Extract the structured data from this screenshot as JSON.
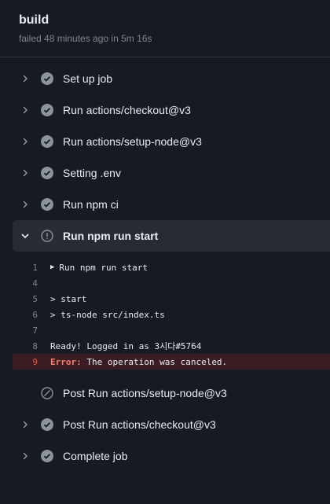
{
  "job": {
    "title": "build",
    "meta": "failed 48 minutes ago in 5m 16s"
  },
  "steps_before": [
    {
      "label": "Set up job",
      "status": "success-icon"
    },
    {
      "label": "Run actions/checkout@v3",
      "status": "success-icon"
    },
    {
      "label": "Run actions/setup-node@v3",
      "status": "success-icon"
    },
    {
      "label": "Setting .env",
      "status": "success-icon"
    },
    {
      "label": "Run npm ci",
      "status": "success-icon"
    }
  ],
  "expanded_step": {
    "label": "Run npm run start",
    "status": "cancelled-icon"
  },
  "log": [
    {
      "n": "1",
      "text": "Run npm run start",
      "group": true
    },
    {
      "n": "4",
      "text": ""
    },
    {
      "n": "5",
      "text": "> start"
    },
    {
      "n": "6",
      "text": "> ts-node src/index.ts"
    },
    {
      "n": "7",
      "text": ""
    },
    {
      "n": "8",
      "text": "Ready! Logged in as 3시다#5764"
    },
    {
      "n": "9",
      "prefix": "Error:",
      "text": " The operation was canceled.",
      "error": true
    }
  ],
  "steps_after": [
    {
      "label": "Post Run actions/setup-node@v3",
      "status": "skipped-icon"
    },
    {
      "label": "Post Run actions/checkout@v3",
      "status": "success-icon"
    },
    {
      "label": "Complete job",
      "status": "success-icon"
    }
  ],
  "colors": {
    "background": "#161b22",
    "success": "#8b949e",
    "error_text": "#f85149",
    "error_row": "#3a1d22"
  }
}
